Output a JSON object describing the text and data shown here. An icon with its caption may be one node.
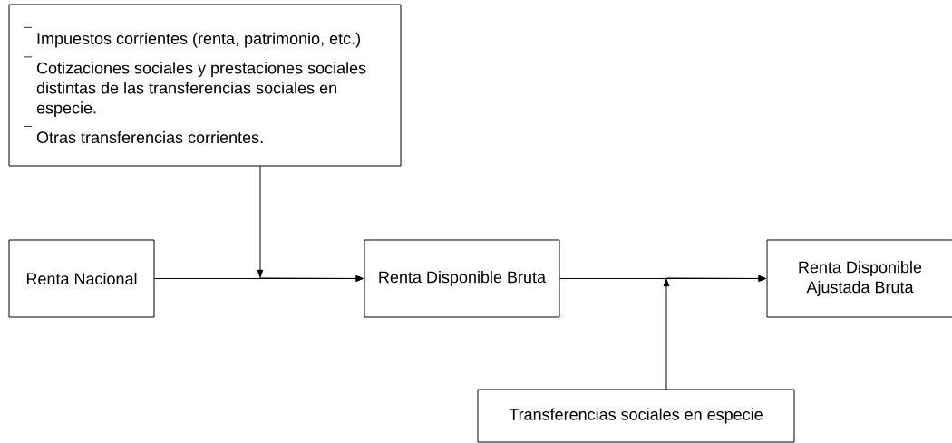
{
  "diagram": {
    "nodes": [
      {
        "text": [
          "Impuestos corrientes (renta, patrimonio, etc.)",
          "Cotizaciones sociales y prestaciones sociales distintas de las transferencias sociales en especie.",
          "Otras transferencias corrientes."
        ]
      },
      {
        "text": [
          "Renta Nacional"
        ]
      },
      {
        "text": [
          "Renta Disponible Bruta"
        ]
      },
      {
        "text": [
          "Renta Disponible Ajustada Bruta"
        ]
      },
      {
        "text": [
          "Transferencias sociales en especie"
        ]
      }
    ],
    "edges": [
      {
        "from": 1,
        "to": 2,
        "arrow": "to"
      },
      {
        "from": 0,
        "to": 2,
        "arrow": "to"
      },
      {
        "from": 2,
        "to": 3,
        "arrow": "to"
      },
      {
        "from": 4,
        "to": 3,
        "arrow": "to"
      }
    ]
  }
}
